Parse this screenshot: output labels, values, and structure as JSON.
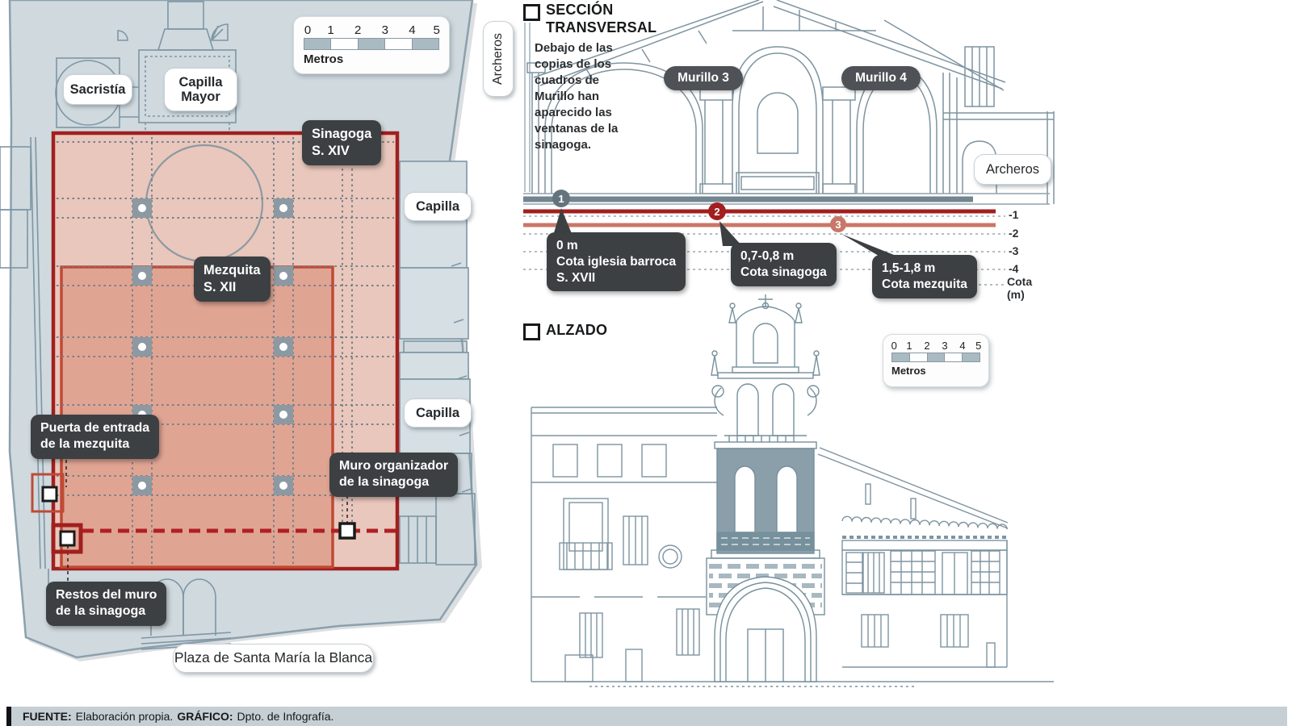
{
  "colors": {
    "plan_bg": "#cfd9de",
    "plan_line": "#7e96a4",
    "salmon_light": "#e9c7bc",
    "salmon_dark": "#e0a493",
    "red_dark": "#a11f1e",
    "red_medium": "#c04a35",
    "red_dashed": "#b01f23",
    "badge_gray": "#64747e",
    "badge_salmon": "#c97768",
    "dark_label_bg": "#3c4043",
    "footer_bg": "#c6cfd4"
  },
  "plan": {
    "scalebar": {
      "ticks": [
        "0",
        "1",
        "2",
        "3",
        "4",
        "5"
      ],
      "unit": "Metros"
    },
    "labels": {
      "sacristia": "Sacristía",
      "capilla_mayor_l1": "Capilla",
      "capilla_mayor_l2": "Mayor",
      "capilla_1": "Capilla",
      "capilla_2": "Capilla",
      "archeros": "Archeros",
      "plaza": "Plaza de Santa María la Blanca",
      "sinagoga_l1": "Sinagoga",
      "sinagoga_l2": "S. XIV",
      "mezquita_l1": "Mezquita",
      "mezquita_l2": "S. XII",
      "puerta_l1": "Puerta de entrada",
      "puerta_l2": "de la mezquita",
      "muro_l1": "Muro organizador",
      "muro_l2": "de la sinagoga",
      "restos_l1": "Restos del muro",
      "restos_l2": "de la sinagoga"
    }
  },
  "section": {
    "title_l1": "SECCIÓN",
    "title_l2": "TRANSVERSAL",
    "intro": "Debajo de las copias de los cuadros de Murillo han aparecido las ventanas de la sinagoga.",
    "murillo3": "Murillo 3",
    "murillo4": "Murillo 4",
    "archeros": "Archeros",
    "badge1": "1",
    "badge2": "2",
    "badge3": "3",
    "callout1_l1": "0 m",
    "callout1_l2": "Cota iglesia barroca",
    "callout1_l3": "S. XVII",
    "callout2_l1": "0,7-0,8 m",
    "callout2_l2": "Cota sinagoga",
    "callout3_l1": "1,5-1,8 m",
    "callout3_l2": "Cota mezquita",
    "ticks": [
      "-1",
      "-2",
      "-3",
      "-4"
    ],
    "axis_l1": "Cota",
    "axis_l2": "(m)"
  },
  "alzado": {
    "title": "ALZADO",
    "scalebar": {
      "ticks": [
        "0",
        "1",
        "2",
        "3",
        "4",
        "5"
      ],
      "unit": "Metros"
    }
  },
  "footer": {
    "source_label": "FUENTE:",
    "source_text": "Elaboración propia.",
    "credit_label": "GRÁFICO:",
    "credit_text": "Dpto. de Infografía."
  }
}
